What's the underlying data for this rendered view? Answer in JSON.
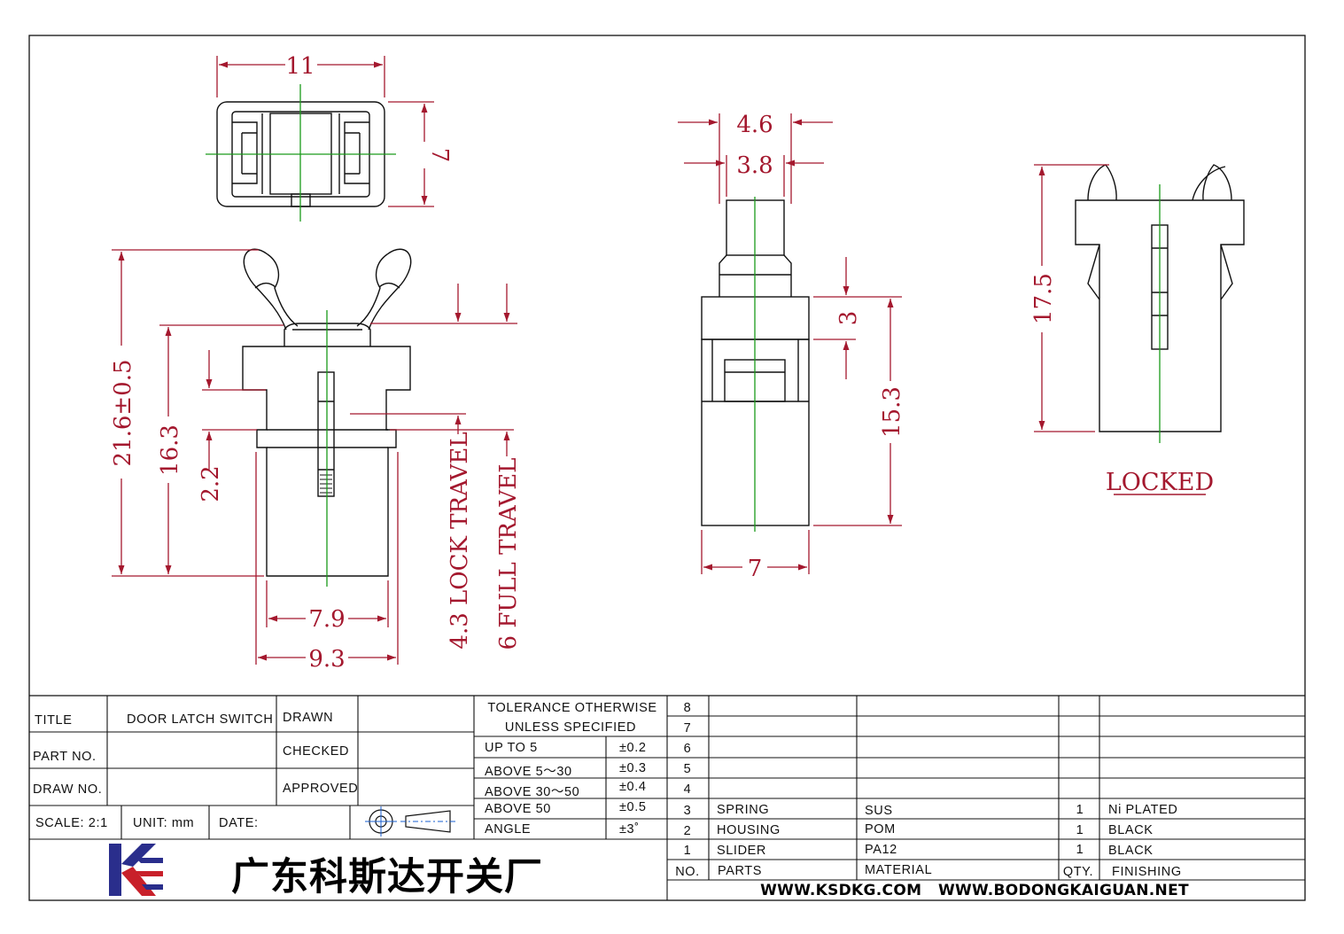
{
  "drawing": {
    "dimensions": {
      "top_width": "11",
      "top_height": "7",
      "front_overall_height": "21.6±0.5",
      "front_body_height": "16.3",
      "front_step": "2.2",
      "front_inner_width": "7.9",
      "front_outer_width": "9.3",
      "lock_travel": "4.3 LOCK TRAVEL",
      "full_travel": "6 FULL TRAVEL",
      "side_width_top": "4.6",
      "side_width_inner": "3.8",
      "side_slider_height": "3",
      "side_body_height": "15.3",
      "side_width": "7",
      "locked_height": "17.5"
    },
    "locked_label": "LOCKED",
    "colors": {
      "dimension": "#a4182e",
      "centerline": "#1a9a1a",
      "outline": "#111111"
    }
  },
  "title_block": {
    "title_label": "TITLE",
    "title_value": "DOOR LATCH SWITCH",
    "part_no_label": "PART NO.",
    "draw_no_label": "DRAW NO.",
    "drawn_label": "DRAWN",
    "checked_label": "CHECKED",
    "approved_label": "APPROVED",
    "scale": "SCALE: 2:1",
    "unit": "UNIT: mm",
    "date": "DATE:",
    "projection_icon": "third-angle-projection-icon"
  },
  "tolerance": {
    "header_line1": "TOLERANCE OTHERWISE",
    "header_line2": "UNLESS SPECIFIED",
    "rows": [
      {
        "range": "UP TO 5",
        "value": "±0.2"
      },
      {
        "range": "ABOVE 5～30",
        "value": "±0.3"
      },
      {
        "range": "ABOVE 30～50",
        "value": "±0.4"
      },
      {
        "range": "ABOVE 50",
        "value": "±0.5"
      },
      {
        "range": "ANGLE",
        "value": "±3˚"
      }
    ]
  },
  "bom": {
    "headers": {
      "no": "NO.",
      "parts": "PARTS",
      "material": "MATERIAL",
      "qty": "QTY.",
      "finishing": "FINISHING"
    },
    "rows": [
      {
        "no": "8",
        "part": "",
        "material": "",
        "qty": "",
        "finishing": ""
      },
      {
        "no": "7",
        "part": "",
        "material": "",
        "qty": "",
        "finishing": ""
      },
      {
        "no": "6",
        "part": "",
        "material": "",
        "qty": "",
        "finishing": ""
      },
      {
        "no": "5",
        "part": "",
        "material": "",
        "qty": "",
        "finishing": ""
      },
      {
        "no": "4",
        "part": "",
        "material": "",
        "qty": "",
        "finishing": ""
      },
      {
        "no": "3",
        "part": "SPRING",
        "material": "SUS",
        "qty": "1",
        "finishing": "Ni PLATED"
      },
      {
        "no": "2",
        "part": "HOUSING",
        "material": "POM",
        "qty": "1",
        "finishing": "BLACK"
      },
      {
        "no": "1",
        "part": "SLIDER",
        "material": "PA12",
        "qty": "1",
        "finishing": "BLACK"
      }
    ]
  },
  "company": {
    "name": "广东科斯达开关厂",
    "logo": "ksd-logo-icon",
    "websites": "WWW.KSDKG.COM   WWW.BODONGKAIGUAN.NET"
  }
}
